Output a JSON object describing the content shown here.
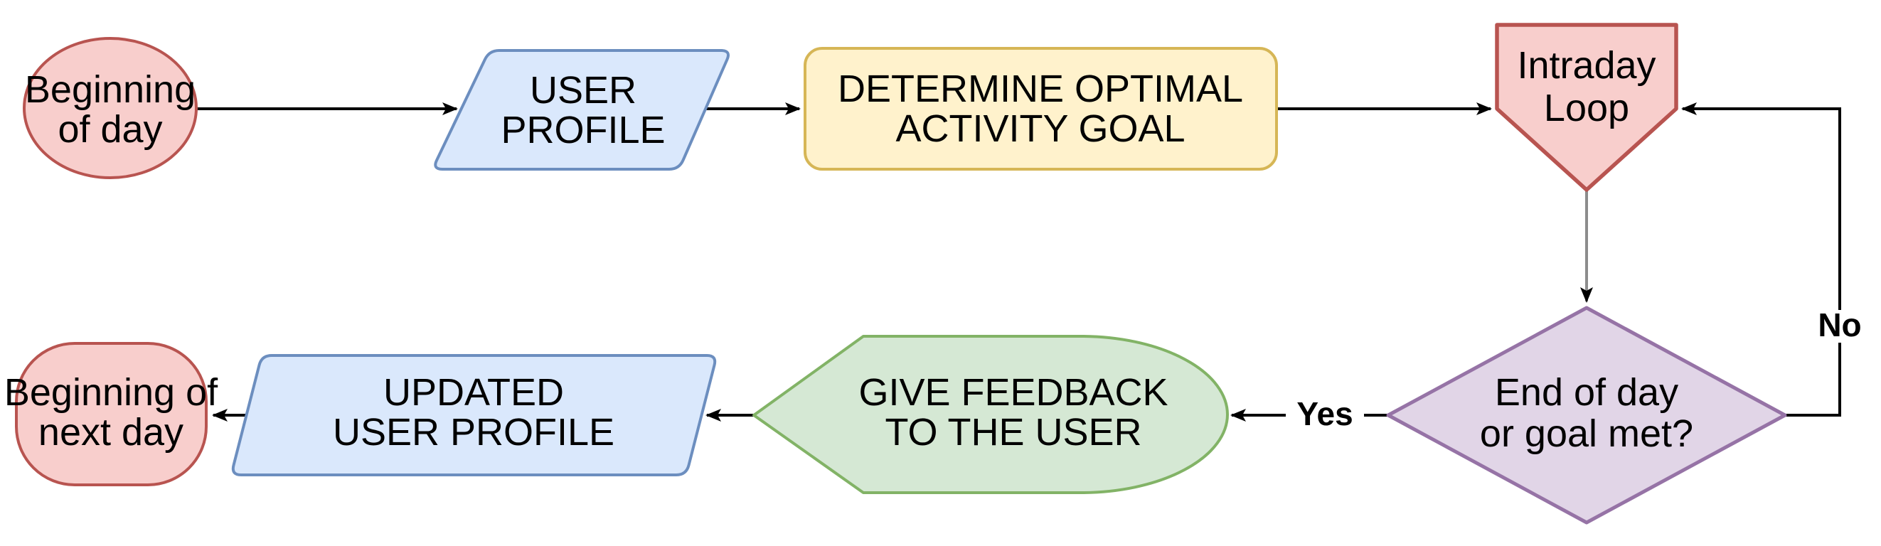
{
  "diagram": {
    "type": "flowchart",
    "background": "#ffffff",
    "nodes": [
      {
        "id": "beginning-of-day",
        "shape": "ellipse",
        "label_line1": "Beginning",
        "label_line2": "of day",
        "fill": "#f8cecc",
        "stroke": "#b85450"
      },
      {
        "id": "user-profile",
        "shape": "parallelogram",
        "label_line1": "USER",
        "label_line2": "PROFILE",
        "fill": "#dae8fc",
        "stroke": "#6c8ebf"
      },
      {
        "id": "determine-activity-goal",
        "shape": "rounded-rectangle",
        "label_line1": "DETERMINE OPTIMAL",
        "label_line2": "ACTIVITY GOAL",
        "fill": "#fff2cc",
        "stroke": "#d6b656"
      },
      {
        "id": "intraday-loop",
        "shape": "pentagon-down",
        "label_line1": "Intraday",
        "label_line2": "Loop",
        "fill": "#f8cecc",
        "stroke": "#b85450"
      },
      {
        "id": "end-of-day-decision",
        "shape": "diamond",
        "label_line1": "End of day",
        "label_line2": "or goal met?",
        "fill": "#e1d5e7",
        "stroke": "#9673a6"
      },
      {
        "id": "give-feedback",
        "shape": "display",
        "label_line1": "GIVE FEEDBACK",
        "label_line2": "TO THE USER",
        "fill": "#d5e8d4",
        "stroke": "#82b366"
      },
      {
        "id": "updated-user-profile",
        "shape": "parallelogram",
        "label_line1": "UPDATED",
        "label_line2": "USER PROFILE",
        "fill": "#dae8fc",
        "stroke": "#6c8ebf"
      },
      {
        "id": "beginning-of-next-day",
        "shape": "rounded-rectangle",
        "label_line1": "Beginning of",
        "label_line2": "next day",
        "fill": "#f8cecc",
        "stroke": "#b85450"
      }
    ],
    "edge_labels": {
      "yes": "Yes",
      "no": "No"
    },
    "colors": {
      "connector": "#000000",
      "connector_gray": "#8c8c8c",
      "text": "#000000",
      "background": "#ffffff"
    }
  }
}
